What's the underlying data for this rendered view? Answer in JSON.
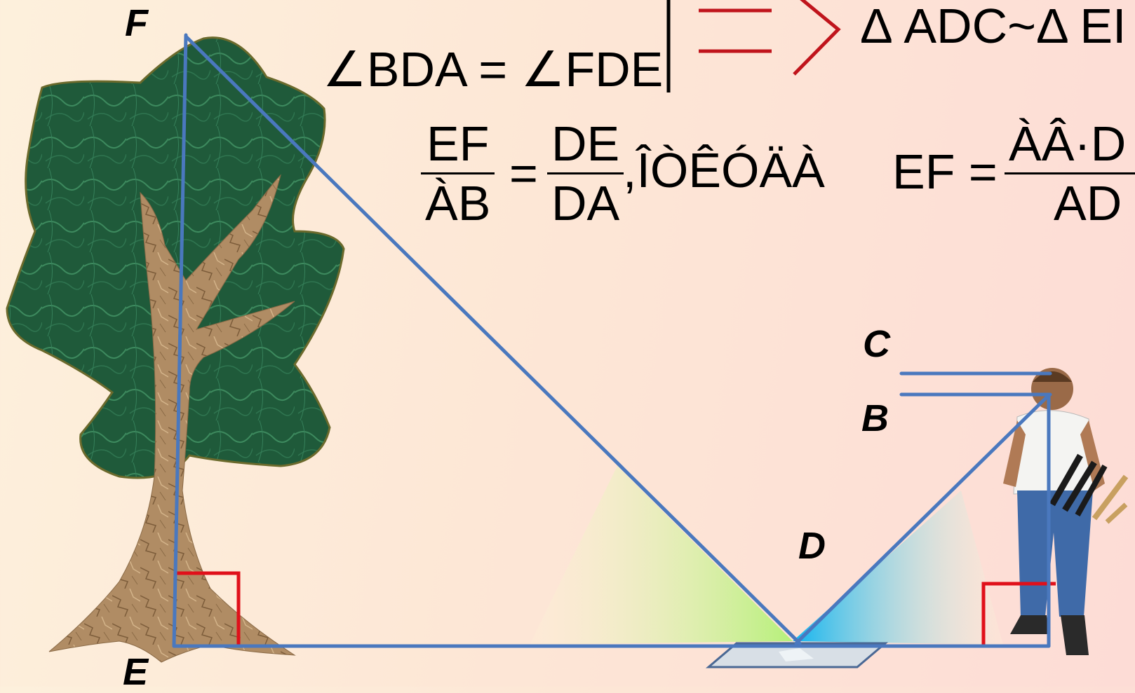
{
  "points": {
    "F": "F",
    "E": "E",
    "C": "C",
    "B": "B",
    "D": "D"
  },
  "formulas": {
    "angle_equation": "∠BDA = ∠FDE",
    "similarity": "Δ ADC~Δ EI",
    "fraction1": {
      "num": "EF",
      "den": "ÀB"
    },
    "equals": "=",
    "fraction2": {
      "num": "DE",
      "den": "DA"
    },
    "garbled_word": ",ÎÒÊÓÄÀ",
    "ef_label": "EF =",
    "fraction3": {
      "num": "ÀÂ·D",
      "den": "AD"
    }
  },
  "colors": {
    "triangle_lines": "#4a78be",
    "right_angle_marks": "#e0101a",
    "implies_arrow": "#c0141c",
    "foliage": "#1f5a3a",
    "trunk": "#b08c64"
  },
  "icons": {
    "tree": "tree-illustration",
    "person": "man-with-stick-figure",
    "mirror": "mirror-on-ground"
  }
}
